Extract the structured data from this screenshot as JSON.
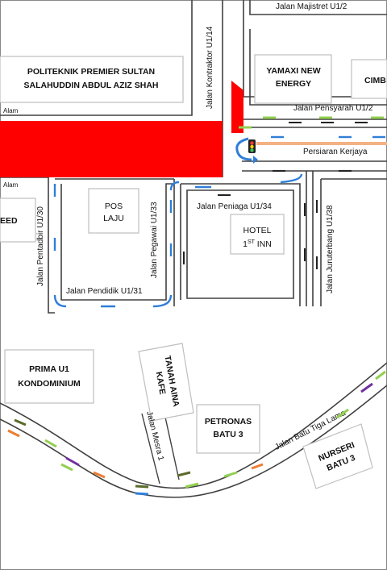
{
  "labels": {
    "politeknik_l1": "POLITEKNIK PREMIER SULTAN",
    "politeknik_l2": "SALAHUDDIN ABDUL AZIZ SHAH",
    "yamaxi_l1": "YAMAXI NEW",
    "yamaxi_l2": "ENERGY",
    "cimb": "CIMB",
    "pos_l1": "POS",
    "pos_l2": "LAJU",
    "hotel_l1": "HOTEL",
    "hotel_l2": "1",
    "hotel_sup": "ST",
    "hotel_l2b": " INN",
    "speed_partial": "EED",
    "prima_l1": "PRIMA U1",
    "prima_l2": "KONDOMINIUM",
    "tanah_l1": "TANAH AINA",
    "tanah_l2": "KAFE",
    "petronas_l1": "PETRONAS",
    "petronas_l2": "BATU 3",
    "nurseri_l1": "NURSERI",
    "nurseri_l2": "BATU 3"
  },
  "roads": {
    "majistret": "Jalan Majistret U1/2",
    "kontraktor": "Jalan Kontraktor U1/14",
    "pensyarah": "Jalan Pensyarah U1/2",
    "kerjaya": "Persiaran Kerjaya",
    "alam_top": "Alam",
    "alam_bottom": "Alam",
    "pentadbir": "Jalan Pentadbir U1/30",
    "pegawai": "Jalan Pegawai U1/33",
    "peniaga": "Jalan Peniaga U1/34",
    "juruterbang": "Jalan Juruterbang U1/38",
    "pendidik": "Jalan Pendidik U1/31",
    "mesra": "Jalan Mesra 1",
    "batu_tiga": "Jalan Batu Tiga Lama"
  },
  "colors": {
    "road_outline": "#404040",
    "closure": "#ff0000",
    "arrow_blue": "#2f7ed8",
    "arrow_black": "#222222",
    "dash_green": "#92d050",
    "dash_purple": "#7030a0",
    "dash_orange": "#ed7d31",
    "dash_olive": "#5a6b2b",
    "orange_band": "#f4b183",
    "box_border": "#bfbfbf"
  },
  "icons": [
    "traffic-light-icon",
    "u-turn-arrow-icon"
  ]
}
